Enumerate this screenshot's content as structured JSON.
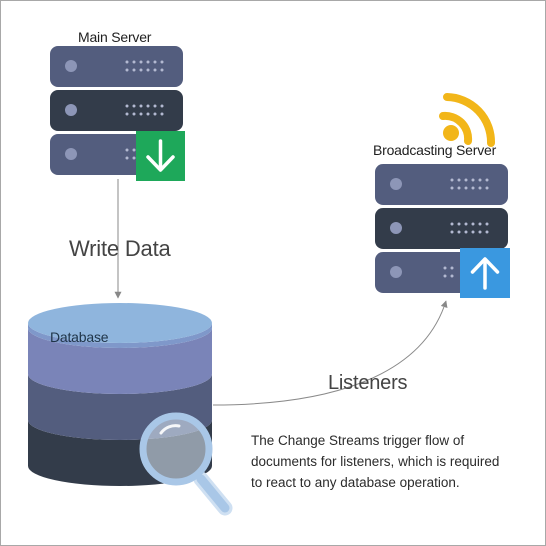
{
  "main_server": {
    "title": "Main Server",
    "badge_icon": "arrow-down-icon",
    "badge_color": "#1ea85a"
  },
  "broadcasting_server": {
    "title": "Broadcasting Server",
    "badge_icon": "arrow-up-icon",
    "badge_color": "#3a98e0",
    "signal_color": "#f2b619"
  },
  "database": {
    "label": "Database",
    "overlay_icon": "magnifier-icon"
  },
  "write_label": "Write Data",
  "listeners_label": "Listeners",
  "description": "The Change Streams trigger flow of documents for listeners, which is required to react to any database operation.",
  "colors": {
    "server_unit_light": "#535d7e",
    "server_unit_dark": "#333c4a",
    "db_top": "#8fb5dd",
    "db_band2": "#7a84b8",
    "db_band3": "#535d7e",
    "db_bottom": "#333c4a"
  }
}
